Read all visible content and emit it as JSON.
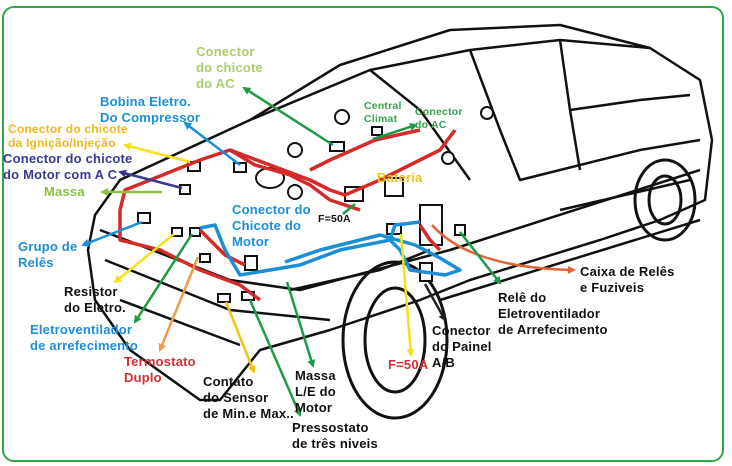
{
  "colors": {
    "frame": "#2fa84a",
    "wire_red": "#d42a2a",
    "wire_blue": "#1b8fd6",
    "arrow_green": "#1f9a46",
    "arrow_yellow": "#f2e21a",
    "arrow_orange": "#f09a4a",
    "arrow_navy": "#3a3a8c",
    "arrow_lightgreen": "#8cc040"
  },
  "labels": {
    "conector_ac_top": [
      "Conector",
      "do chicote",
      "do AC"
    ],
    "bobina": [
      "Bobina  Eletro.",
      "Do Compressor"
    ],
    "ignicao": [
      "Conector do chicote",
      "da Ignição/Injeção"
    ],
    "motor_ac": [
      "Conector do chicote",
      "do Motor com A C"
    ],
    "massa": [
      "Massa"
    ],
    "central": [
      "Central",
      "Climat"
    ],
    "conector_ac_right": [
      "Conector",
      "do AC"
    ],
    "bateria": [
      "Bateria"
    ],
    "fuse_top": [
      "F=50A"
    ],
    "chicote_motor": [
      "Conector do",
      "Chicote do",
      "Motor"
    ],
    "grupo_reles": [
      "Grupo de",
      "Relês"
    ],
    "resistor": [
      "Resistor",
      "do Eletro."
    ],
    "eletroventilador": [
      "Eletroventilador",
      "de arrefecimento"
    ],
    "termostato": [
      "Termostato",
      "Duplo"
    ],
    "contato": [
      "Contato",
      "do Sensor",
      "de Min.e Max.."
    ],
    "massa_le": [
      "Massa",
      "L/E do",
      "Motor"
    ],
    "pressostato": [
      "Pressostato",
      "de três niveis"
    ],
    "fuse_bottom": [
      "F=50A"
    ],
    "conector_painel": [
      "Conector",
      "do Painel",
      "A/B"
    ],
    "caixa_reles": [
      "Caixa de Relês",
      "e Fuziveis"
    ],
    "rele_eletro": [
      "Relê do",
      "Eletroventilador",
      "de Arrefecimento"
    ]
  }
}
